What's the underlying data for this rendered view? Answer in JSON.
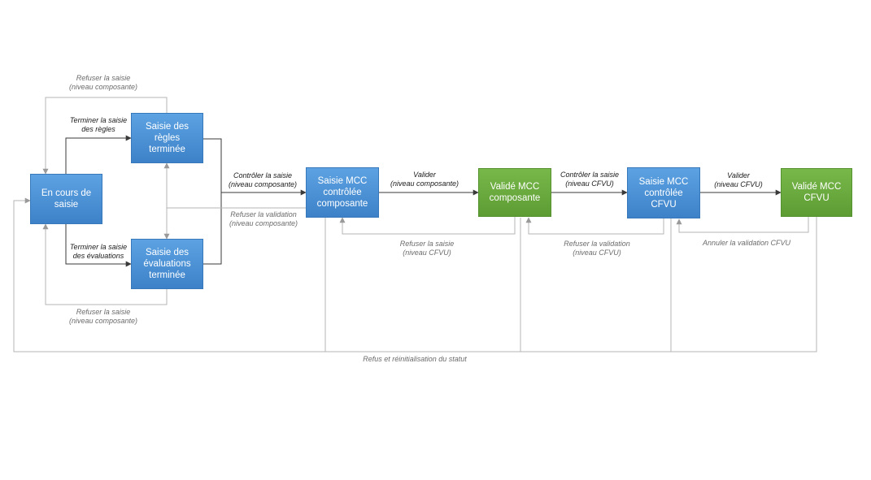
{
  "nodes": {
    "en_cours": "En cours de\nsaisie",
    "regles": "Saisie des\nrègles\nterminée",
    "evaluations": "Saisie  des\névaluations\nterminée",
    "mcc_composante": "Saisie MCC\ncontrôlée\ncomposante",
    "valide_composante": "Validé MCC\ncomposante",
    "mcc_cfvu": "Saisie MCC\ncontrôlée\nCFVU",
    "valide_cfvu": "Validé  MCC\nCFVU"
  },
  "labels": {
    "refuser_saisie_top": "Refuser la saisie\n(niveau composante)",
    "terminer_regles": "Terminer la saisie\ndes règles",
    "terminer_evaluations": "Terminer la saisie\ndes évaluations",
    "refuser_saisie_bottom": "Refuser la saisie\n(niveau composante)",
    "controler_composante": "Contrôler la saisie\n(niveau composante)",
    "refuser_validation_composante": "Refuser la validation\n(niveau composante)",
    "valider_composante": "Valider\n(niveau composante)",
    "refuser_saisie_cfvu": "Refuser la saisie\n(niveau CFVU)",
    "controler_cfvu": "Contrôler la saisie\n(niveau CFVU)",
    "refuser_validation_cfvu": "Refuser la validation\n(niveau CFVU)",
    "valider_cfvu": "Valider\n(niveau CFVU)",
    "annuler_validation_cfvu": "Annuler la validation CFVU",
    "refus_reinit": "Refus et réinitialisation du statut"
  },
  "colors": {
    "blue": "#4a90d9",
    "green": "#6aaa3f",
    "dark_line": "#3a3a3a",
    "grey_line": "#b5b5b5"
  }
}
